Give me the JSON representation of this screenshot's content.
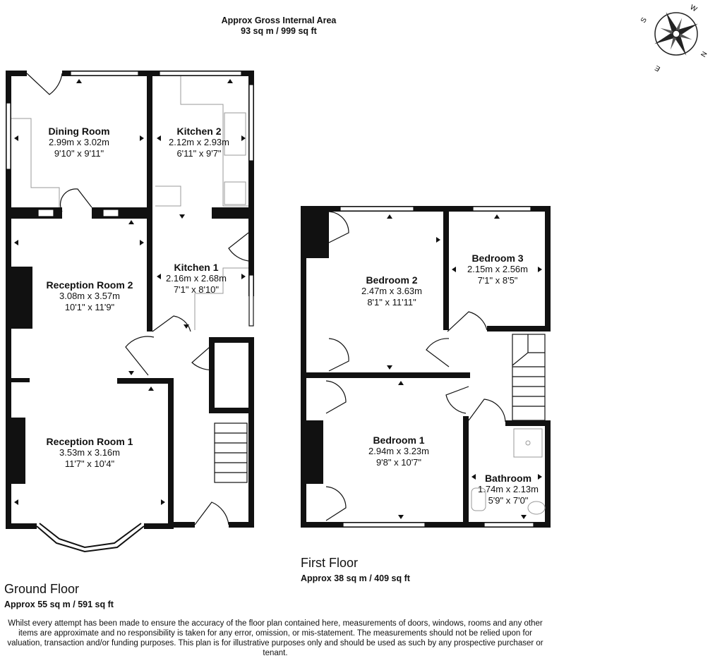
{
  "header": {
    "title": "Approx Gross Internal Area",
    "area": "93 sq m / 999 sq ft"
  },
  "compass": {
    "labels": [
      "S",
      "W",
      "N",
      "E"
    ],
    "icon": "compass-rose-icon"
  },
  "ground_floor": {
    "title": "Ground Floor",
    "area": "Approx 55 sq m / 591 sq ft",
    "rooms": [
      {
        "name": "Dining Room",
        "metric": "2.99m x 3.02m",
        "imperial": "9'10\" x 9'11\""
      },
      {
        "name": "Kitchen 2",
        "metric": "2.12m x 2.93m",
        "imperial": "6'11\" x 9'7\""
      },
      {
        "name": "Reception Room 2",
        "metric": "3.08m x 3.57m",
        "imperial": "10'1\" x 11'9\""
      },
      {
        "name": "Kitchen 1",
        "metric": "2.16m x 2.68m",
        "imperial": "7'1\" x 8'10\""
      },
      {
        "name": "Reception Room 1",
        "metric": "3.53m x 3.16m",
        "imperial": "11'7\" x 10'4\""
      }
    ]
  },
  "first_floor": {
    "title": "First Floor",
    "area": "Approx 38 sq m / 409 sq ft",
    "rooms": [
      {
        "name": "Bedroom 2",
        "metric": "2.47m x 3.63m",
        "imperial": "8'1\" x 11'11\""
      },
      {
        "name": "Bedroom 3",
        "metric": "2.15m x 2.56m",
        "imperial": "7'1\" x 8'5\""
      },
      {
        "name": "Bedroom 1",
        "metric": "2.94m x 3.23m",
        "imperial": "9'8\" x 10'7\""
      },
      {
        "name": "Bathroom",
        "metric": "1.74m x 2.13m",
        "imperial": "5'9\" x 7'0\""
      }
    ]
  },
  "disclaimer": "Whilst every attempt has been made to ensure the accuracy of the floor plan contained here, measurements of doors, windows, rooms and any other items are approximate and no responsibility is taken for any error, omission, or mis-statement. The measurements should not be relied upon for valuation, transaction and/or funding purposes. This plan is for illustrative purposes only and should be used as such by any prospective purchaser or tenant."
}
